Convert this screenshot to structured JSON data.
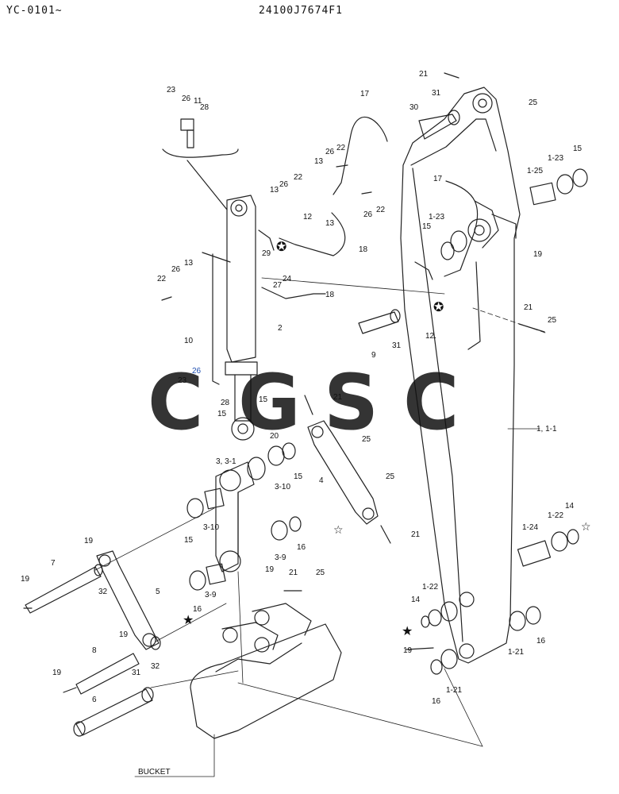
{
  "header": {
    "model_range": "YC-0101~",
    "drawing_number": "24100J7674F1"
  },
  "watermark": {
    "letters": [
      "C",
      "G",
      "S",
      "C"
    ],
    "colors": [
      "#4f8fe8",
      "#ef6b6b",
      "#f6cf57",
      "#3fa872"
    ]
  },
  "section_label": "BUCKET",
  "part_labels": {
    "p1": "1, 1-1",
    "p1_21": "1-21",
    "p1_22": "1-22",
    "p1_23": "1-23",
    "p1_24": "1-24",
    "p1_25": "1-25",
    "p2": "2",
    "p3": "3, 3-1",
    "p3_9": "3-9",
    "p3_10": "3-10",
    "p4": "4",
    "p5": "5",
    "p6": "6",
    "p7": "7",
    "p8": "8",
    "p9": "9",
    "p10": "10",
    "p11": "11",
    "p12": "12",
    "p12b": "12.",
    "p13": "13",
    "p14": "14",
    "p15": "15",
    "p16": "16",
    "p17": "17",
    "p18": "18",
    "p19": "19",
    "p20": "20",
    "p21": "21",
    "p22": "22",
    "p23": "23",
    "p24": "24",
    "p25": "25",
    "p26": "26",
    "p27": "27",
    "p28": "28",
    "p29": "29",
    "p30": "30",
    "p31": "31",
    "p32": "32"
  }
}
